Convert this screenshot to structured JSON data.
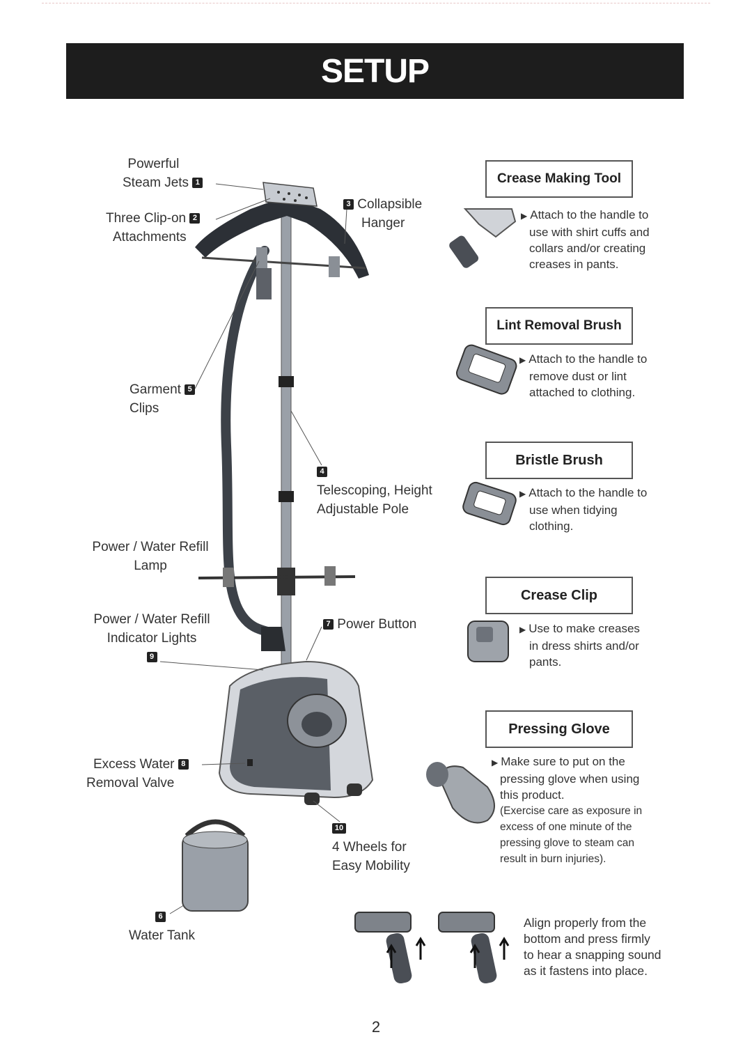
{
  "banner": {
    "title": "SETUP"
  },
  "callouts": {
    "steam_jets": {
      "num": "1",
      "line1": "Powerful",
      "line2": "Steam Jets"
    },
    "clip_on": {
      "num": "2",
      "line1": "Three Clip-on",
      "line2": "Attachments"
    },
    "hanger": {
      "num": "3",
      "line1": "Collapsible",
      "line2": "Hanger"
    },
    "pole": {
      "num": "4",
      "line1": "Telescoping, Height",
      "line2": "Adjustable Pole"
    },
    "clips": {
      "num": "5",
      "line1": "Garment",
      "line2": "Clips"
    },
    "lamp": {
      "line1": "Power / Water Refill",
      "line2": "Lamp"
    },
    "indicator": {
      "num": "9",
      "line1": "Power / Water Refill",
      "line2": "Indicator Lights"
    },
    "power": {
      "num": "7",
      "text": "Power Button"
    },
    "valve": {
      "num": "8",
      "line1": "Excess Water",
      "line2": "Removal Valve"
    },
    "wheels": {
      "num": "10",
      "line1": "4 Wheels for",
      "line2": "Easy Mobility"
    },
    "tank": {
      "num": "6",
      "text": "Water Tank"
    }
  },
  "accessories": [
    {
      "title": "Crease Making Tool",
      "desc": [
        "Attach to the handle to",
        "use with shirt cuffs and",
        "collars and/or creating",
        "creases in pants."
      ]
    },
    {
      "title": "Lint Removal Brush",
      "desc": [
        "Attach to the handle to",
        "remove dust or lint",
        "attached to clothing."
      ]
    },
    {
      "title": "Bristle Brush",
      "desc": [
        "Attach to the handle to",
        "use when tidying",
        "clothing."
      ]
    },
    {
      "title": "Crease Clip",
      "desc": [
        "Use to make creases",
        "in dress shirts and/or",
        "pants."
      ]
    },
    {
      "title": "Pressing Glove",
      "desc": [
        "Make sure to put on the",
        "pressing glove when using",
        " this product.",
        "(Exercise care as exposure in",
        "excess of one minute of the",
        "pressing glove to steam can",
        "result in burn injuries)."
      ]
    }
  ],
  "align_note": [
    "Align properly from the",
    "bottom and press firmly",
    "to hear a snapping sound",
    "as it fastens into place."
  ],
  "page_number": "2"
}
